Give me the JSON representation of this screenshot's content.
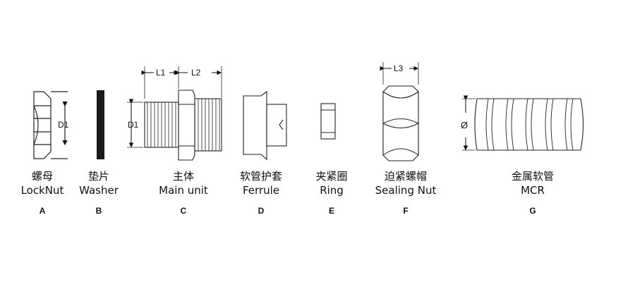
{
  "parts": [
    {
      "cn": "螺母",
      "en": "LockNut",
      "letter": "A",
      "dim": "D1"
    },
    {
      "cn": "垫片",
      "en": "Washer",
      "letter": "B"
    },
    {
      "cn": "主体",
      "en": "Main unit",
      "letter": "C",
      "dim_l1": "L1",
      "dim_l2": "L2",
      "dim_d1": "D1"
    },
    {
      "cn": "软管护套",
      "en": "Ferrule",
      "letter": "D"
    },
    {
      "cn": "夹紧圈",
      "en": "Ring",
      "letter": "E"
    },
    {
      "cn": "迫紧螺帽",
      "en": "Sealing Nut",
      "letter": "F",
      "dim": "L3"
    },
    {
      "cn": "金属软管",
      "en": "MCR",
      "letter": "G",
      "dim": "Ø"
    }
  ]
}
